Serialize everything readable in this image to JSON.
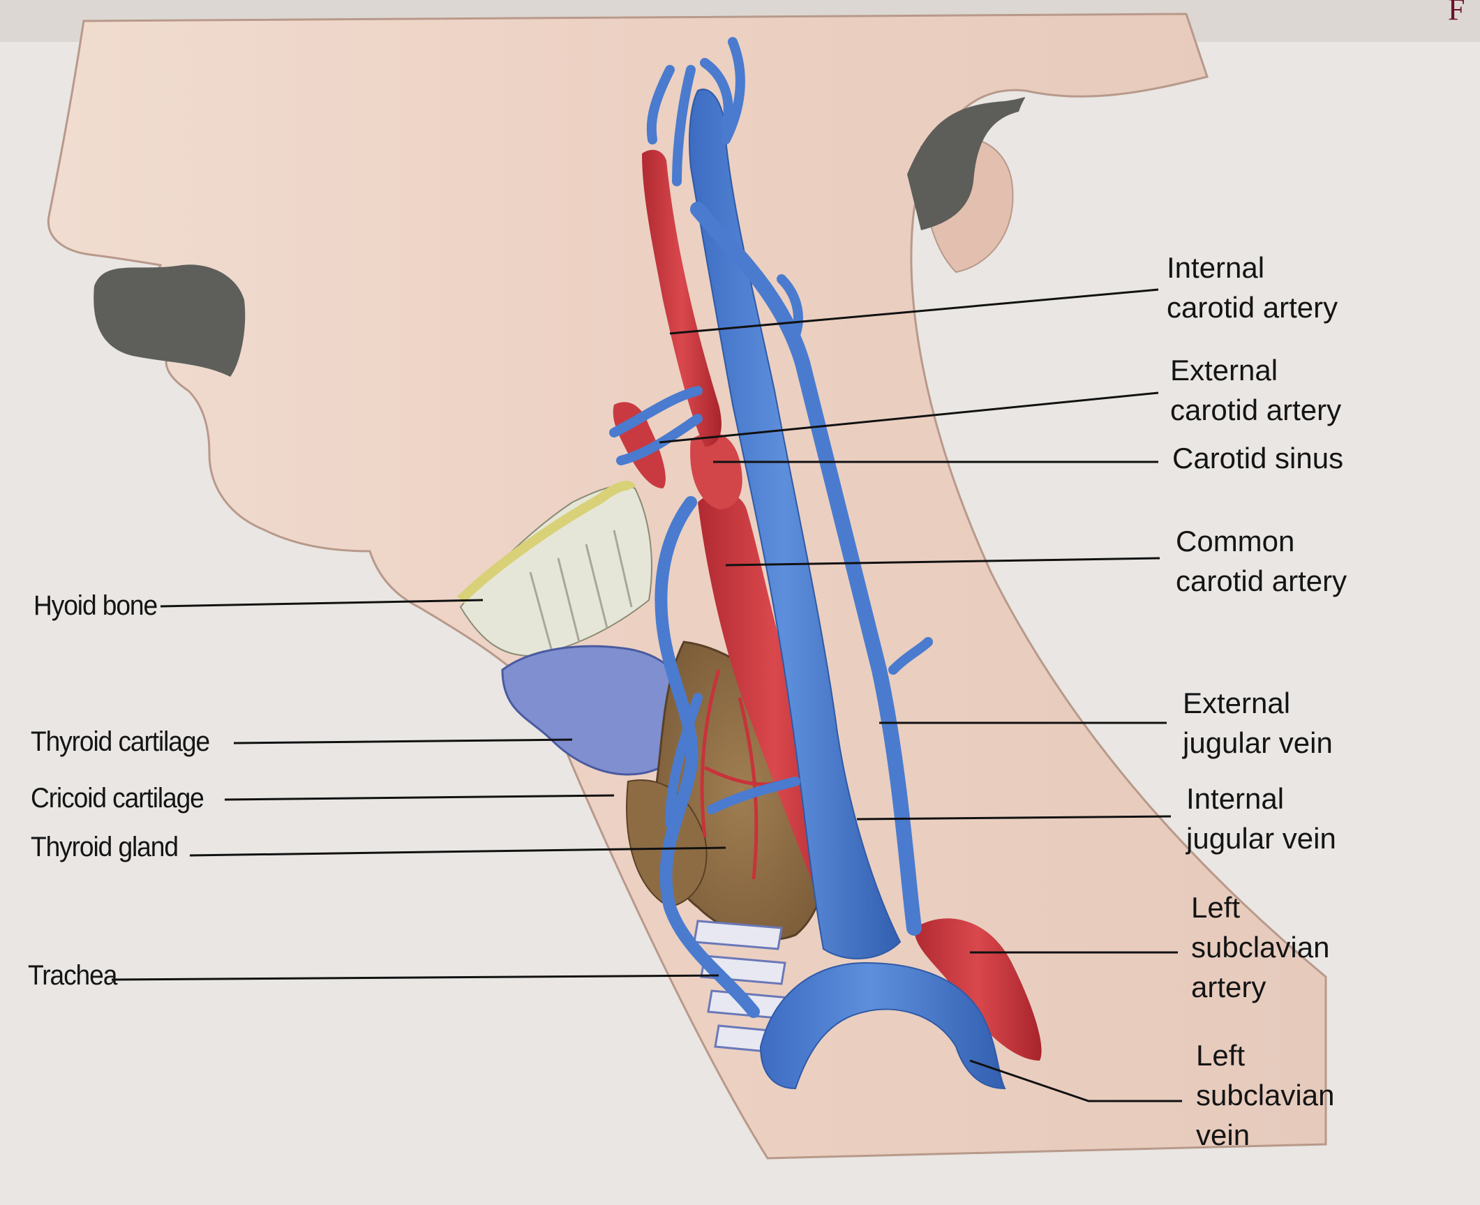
{
  "figure": {
    "corner_text": "F",
    "labels_right": [
      {
        "id": "internal-carotid-artery",
        "text": "Internal\ncarotid artery"
      },
      {
        "id": "external-carotid-artery",
        "text": "External\ncarotid artery"
      },
      {
        "id": "carotid-sinus",
        "text": "Carotid sinus"
      },
      {
        "id": "common-carotid-artery",
        "text": "Common\ncarotid artery"
      },
      {
        "id": "external-jugular-vein",
        "text": "External\njugular vein"
      },
      {
        "id": "internal-jugular-vein",
        "text": "Internal\njugular vein"
      },
      {
        "id": "left-subclavian-artery",
        "text": "Left\nsubclavian\nartery"
      },
      {
        "id": "left-subclavian-vein",
        "text": "Left\nsubclavian\nvein"
      }
    ],
    "labels_left": [
      {
        "id": "hyoid-bone",
        "text": "Hyoid bone"
      },
      {
        "id": "thyroid-cartilage",
        "text": "Thyroid cartilage"
      },
      {
        "id": "cricoid-cartilage",
        "text": "Cricoid cartilage"
      },
      {
        "id": "thyroid-gland",
        "text": "Thyroid gland"
      },
      {
        "id": "trachea",
        "text": "Trachea"
      }
    ],
    "colors": {
      "skin": "#edd3c5",
      "artery": "#cc3b40",
      "vein": "#4a7bcf",
      "thyroid_gland": "#8f7047",
      "hyoid": "#d8d178",
      "cartilage": "#e6e6d8",
      "hair": "#5d5d5a",
      "page": "#e9e6e3"
    }
  }
}
